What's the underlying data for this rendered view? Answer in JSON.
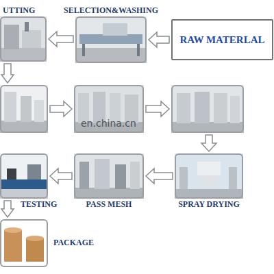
{
  "diagram": {
    "nodes": [
      {
        "text": [
          "UTTING"
        ]
      },
      {
        "text": [
          "SELECTION&WASHING"
        ]
      },
      {
        "text": [
          "RAW MATERLAL"
        ]
      },
      {
        "text": []
      },
      {
        "text": []
      },
      {
        "text": []
      },
      {
        "text": [
          "TESTING"
        ]
      },
      {
        "text": [
          "PASS MESH"
        ]
      },
      {
        "text": [
          "SPRAY DRYING"
        ]
      },
      {
        "text": [
          "PACKAGE"
        ]
      }
    ],
    "edges": [
      {
        "from": 2,
        "to": 1,
        "arrow": "to"
      },
      {
        "from": 1,
        "to": 0,
        "arrow": "to"
      },
      {
        "from": 0,
        "to": 3,
        "arrow": "to"
      },
      {
        "from": 3,
        "to": 4,
        "arrow": "to"
      },
      {
        "from": 4,
        "to": 5,
        "arrow": "to"
      },
      {
        "from": 5,
        "to": 8,
        "arrow": "to"
      },
      {
        "from": 8,
        "to": 7,
        "arrow": "to"
      },
      {
        "from": 7,
        "to": 6,
        "arrow": "to"
      },
      {
        "from": 6,
        "to": 9,
        "arrow": "to"
      }
    ],
    "labels": [
      "en.china.cn"
    ]
  }
}
